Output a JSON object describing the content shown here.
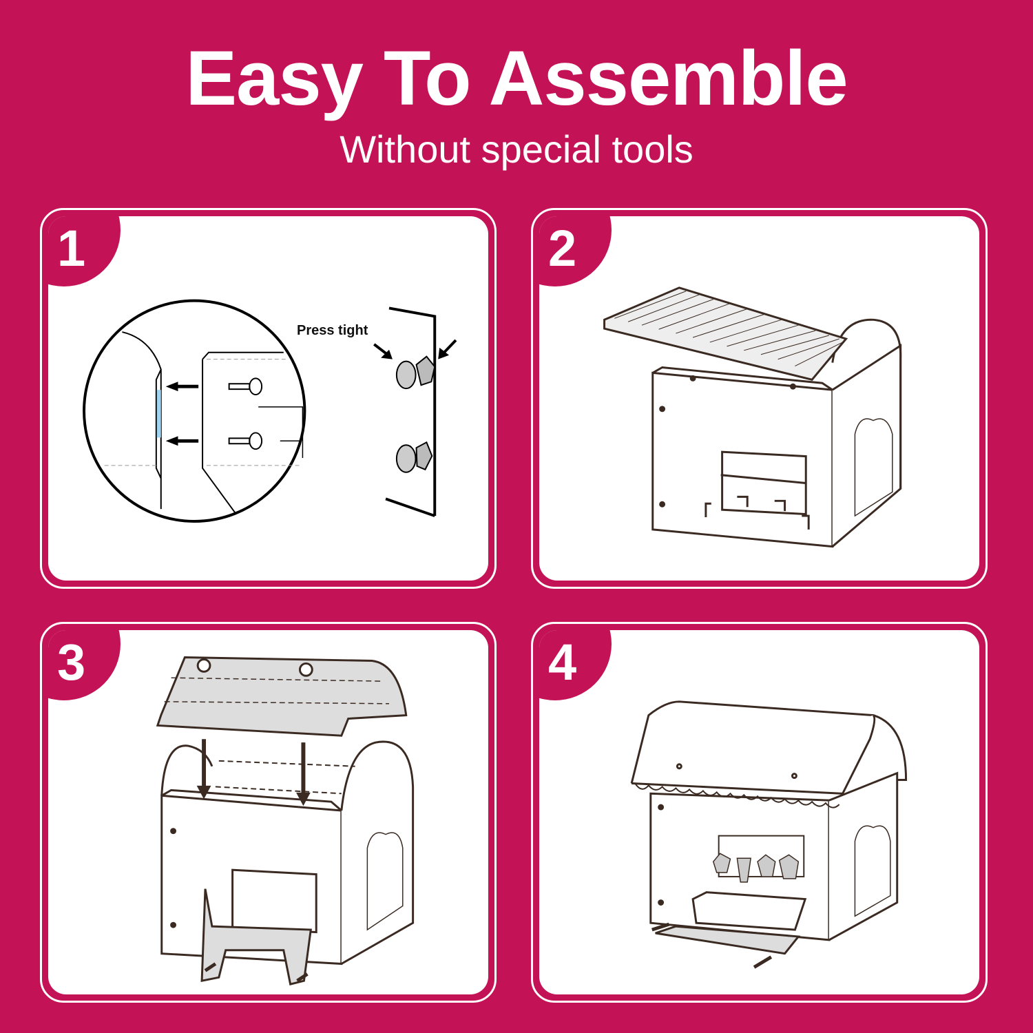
{
  "header": {
    "title": "Easy To Assemble",
    "subtitle": "Without special tools"
  },
  "steps": [
    {
      "number": "1",
      "annotation": "Press tight"
    },
    {
      "number": "2"
    },
    {
      "number": "3"
    },
    {
      "number": "4"
    }
  ],
  "colors": {
    "background": "#C41257",
    "card": "#FFFFFF",
    "line": "#3A2A22"
  }
}
